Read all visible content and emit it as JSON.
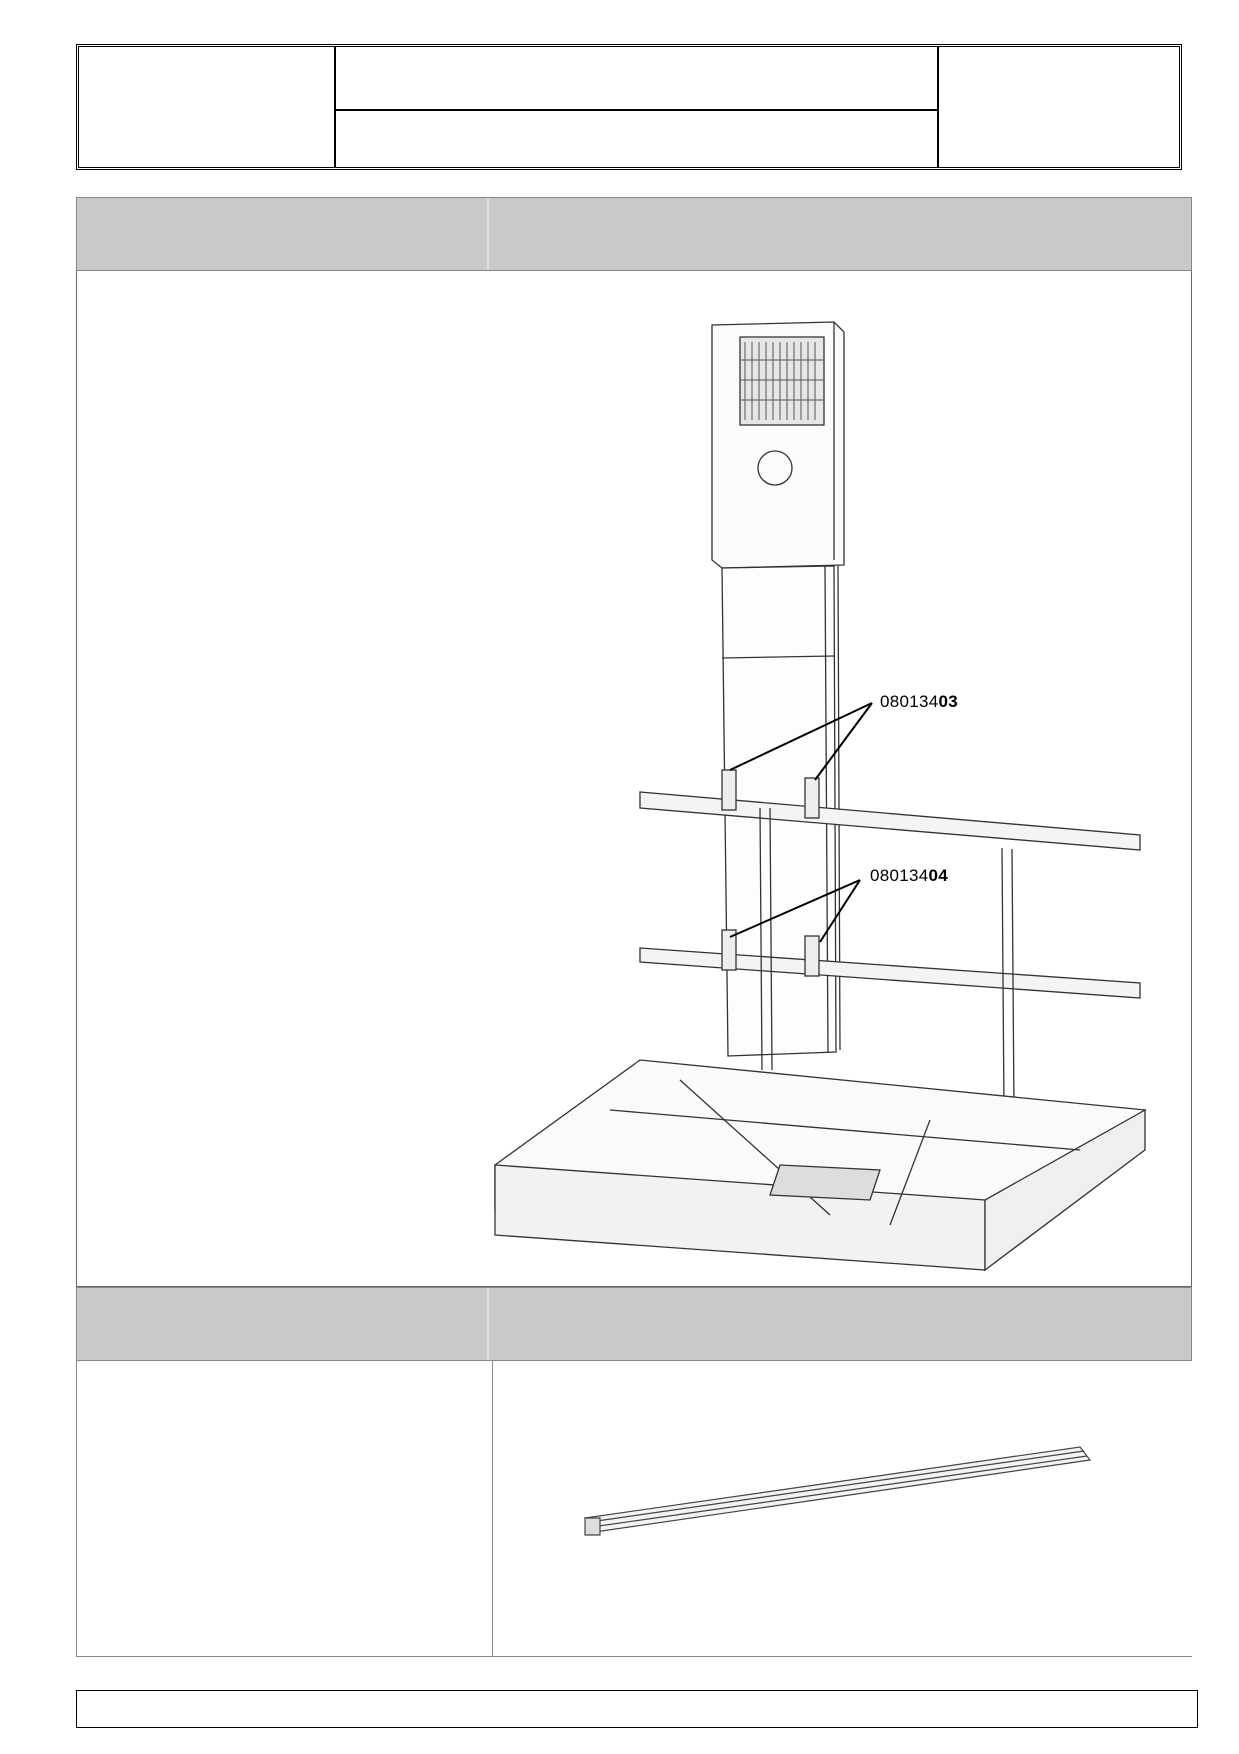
{
  "drawing_1": {
    "callouts": [
      {
        "code_prefix": "080134",
        "code_suffix": "03"
      },
      {
        "code_prefix": "080134",
        "code_suffix": "04"
      }
    ]
  }
}
